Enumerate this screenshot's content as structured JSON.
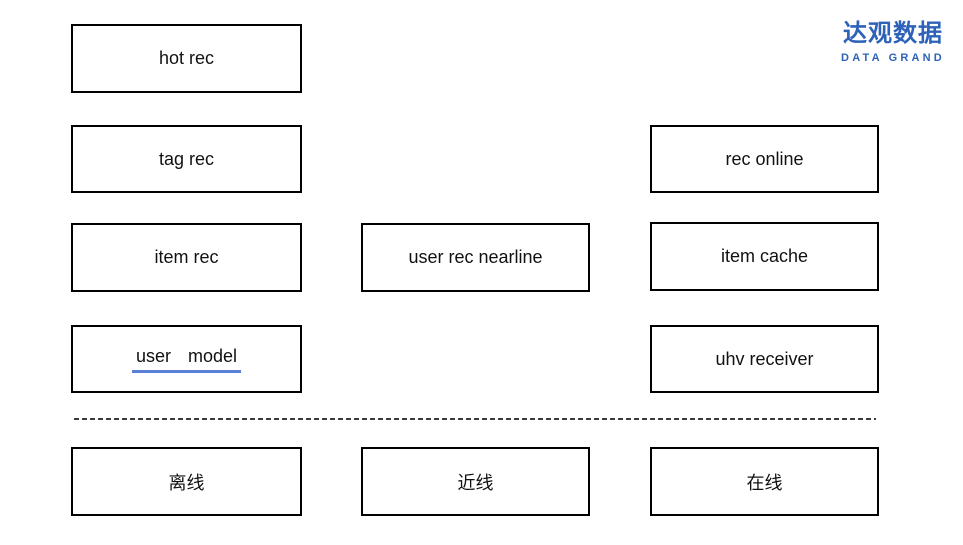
{
  "logo": {
    "title": "达观数据",
    "subtitle": "DATA GRAND",
    "brand_color": "#2e62b8"
  },
  "colors": {
    "box_border": "#000000",
    "user_model_underline": "#5b80d8",
    "divider": "#3a3a3a"
  },
  "boxes": {
    "hot_rec": "hot rec",
    "tag_rec": "tag rec",
    "item_rec": "item rec",
    "user_model": "user model",
    "user_rec_nearline": "user rec nearline",
    "rec_online": "rec online",
    "item_cache": "item cache",
    "uhv_receiver": "uhv receiver",
    "lane_offline": "离线",
    "lane_nearline": "近线",
    "lane_online": "在线"
  }
}
